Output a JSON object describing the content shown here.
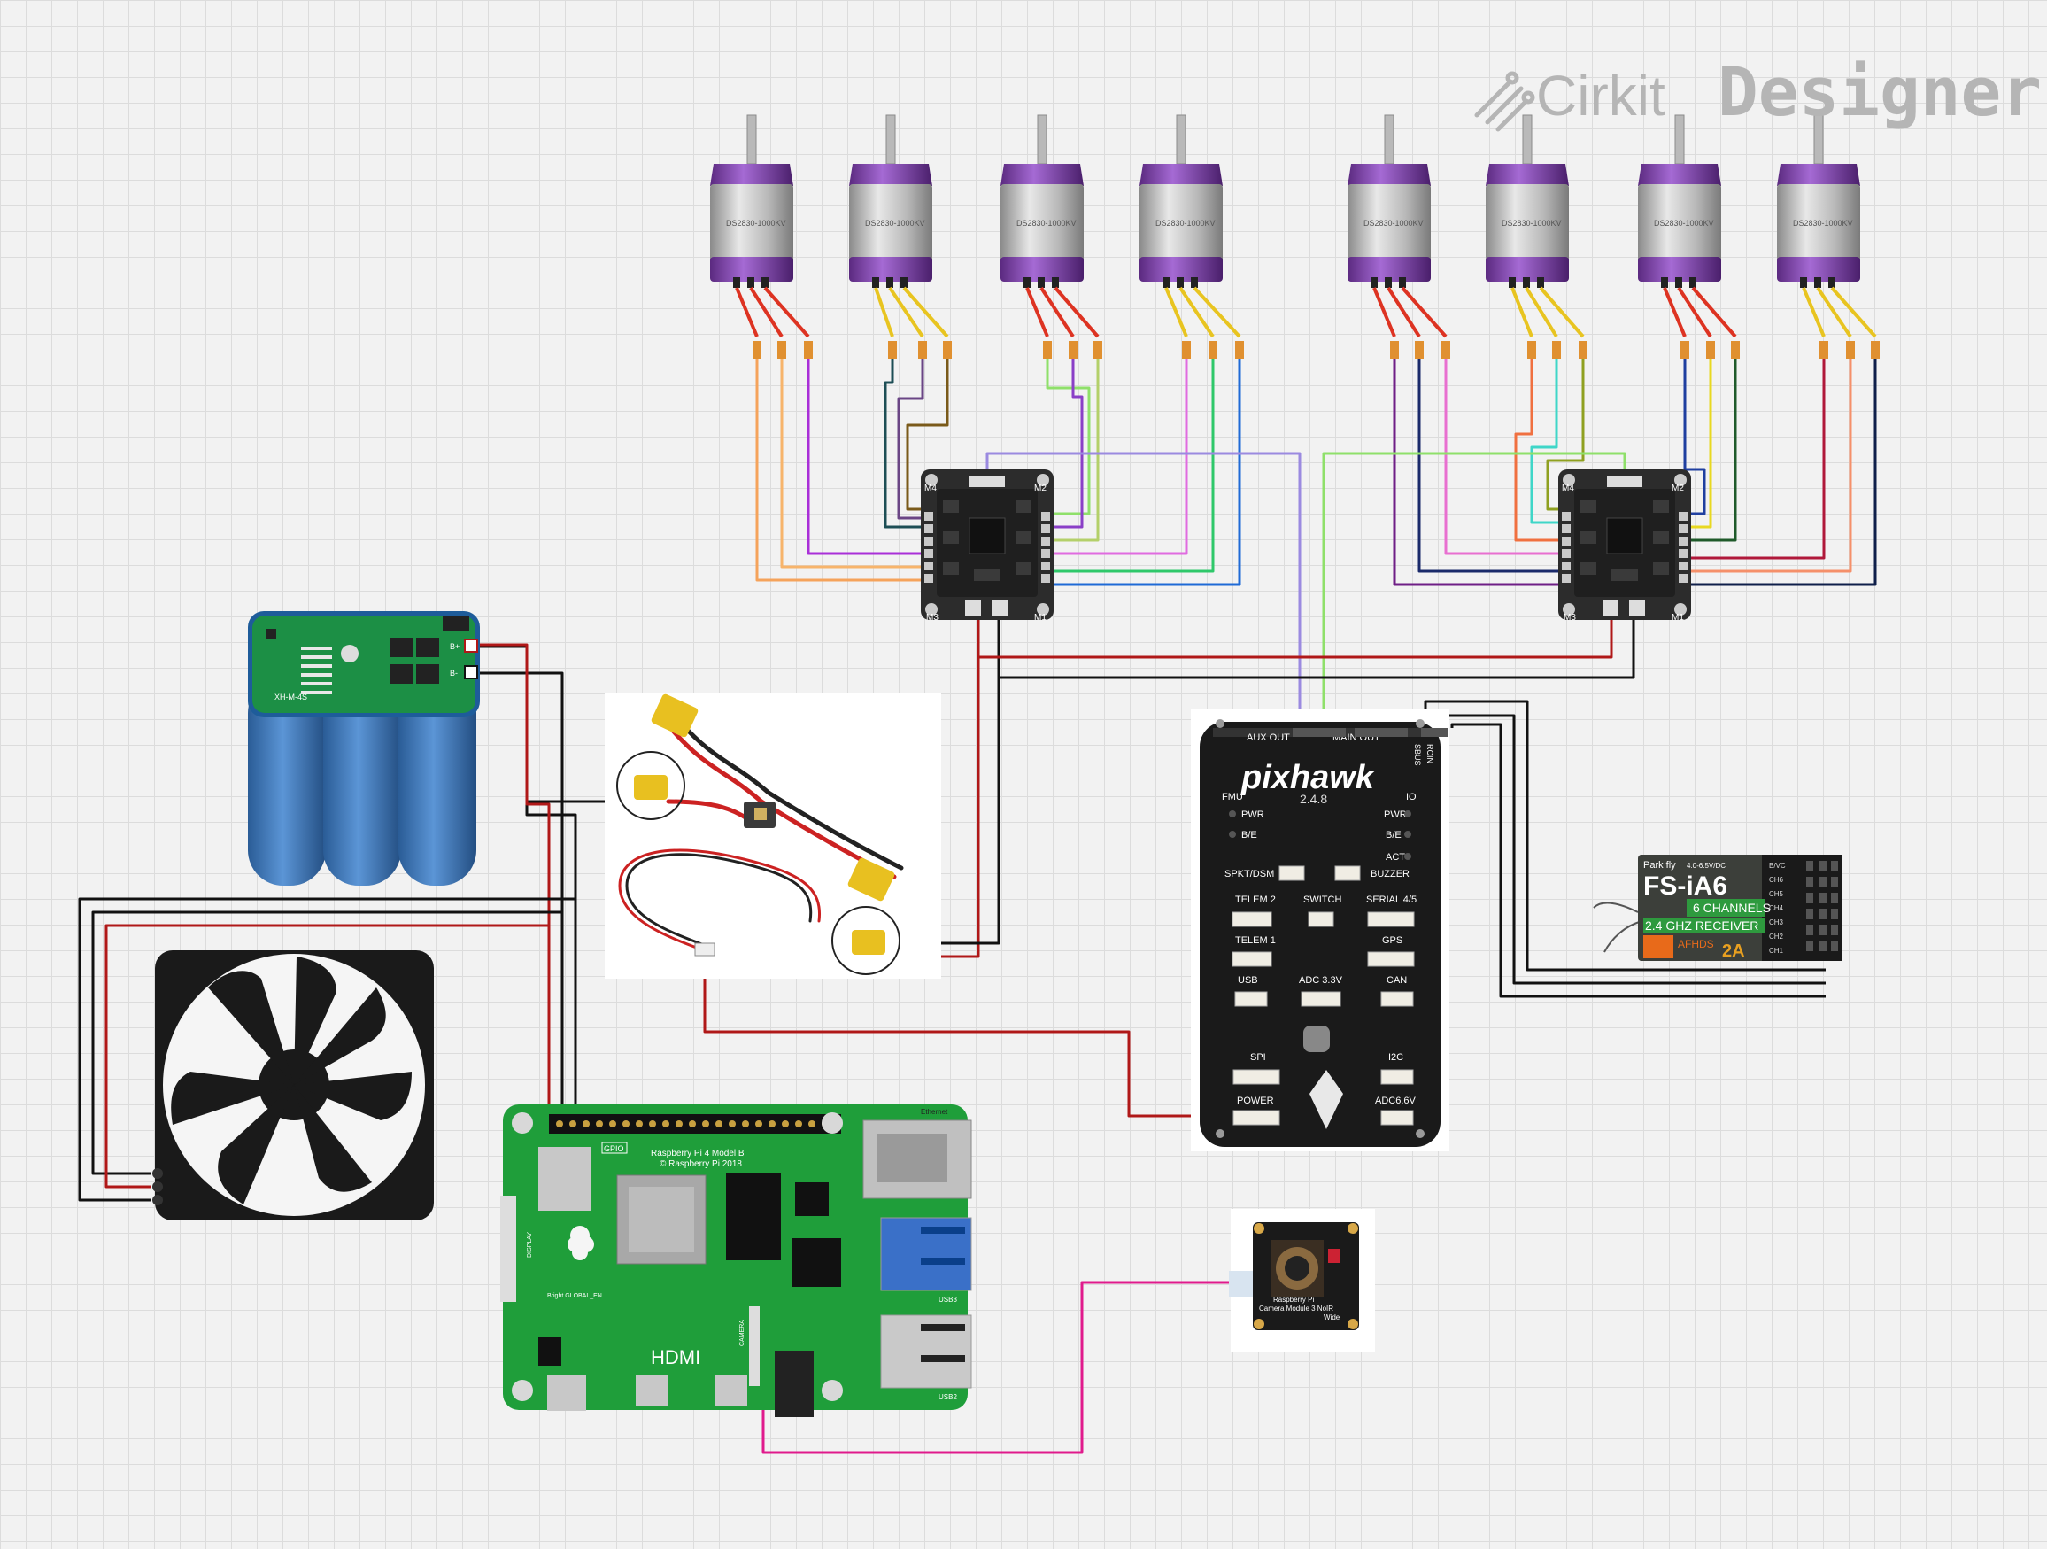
{
  "brand": {
    "name_light": "Cirkit",
    "name_bold": "Designer",
    "logo_icon": "cirkit-logo-icon"
  },
  "motor": {
    "label": "DS2830-1000KV",
    "url": "www.hoelamotorcontrol.com"
  },
  "esc": {
    "m1": "M1",
    "m2": "M2",
    "m3": "M3",
    "m4": "M4"
  },
  "pixhawk": {
    "logo": "pixhawk",
    "version": "2.4.8",
    "aux_out": "AUX OUT",
    "main_out": "MAIN OUT",
    "sbus": "SBUS",
    "rcin": "RCIN",
    "fmu": "FMU",
    "io": "IO",
    "pwr_left": "PWR",
    "be_left": "B/E",
    "pwr_right": "PWR",
    "be_right": "B/E",
    "act": "ACT",
    "spkt": "SPKT/DSM",
    "buzzer": "BUZZER",
    "telem2": "TELEM 2",
    "switch": "SWITCH",
    "serial45": "SERIAL 4/5",
    "telem1": "TELEM 1",
    "gps": "GPS",
    "usb": "USB",
    "adc33": "ADC 3.3V",
    "can": "CAN",
    "spi": "SPI",
    "i2c": "I2C",
    "power": "POWER",
    "adc66": "ADC6.6V"
  },
  "receiver": {
    "brand": "Park fly",
    "voltage": "4.0-6.5V/DC",
    "model": "FS-iA6",
    "channels": "6 CHANNELS",
    "freq": "2.4 GHZ RECEIVER",
    "afhds": "AFHDS",
    "afhds_ver": "2A",
    "pins": [
      "B/VC",
      "CH6",
      "CH5",
      "CH4",
      "CH3",
      "CH2",
      "CH1"
    ]
  },
  "bms": {
    "label": "XH-M-4S",
    "b_plus": "B+",
    "b_minus": "B-"
  },
  "rpi": {
    "model": "Raspberry Pi 4 Model B",
    "copyright": "© Raspberry Pi 2018",
    "gpio": "GPIO",
    "hdmi": "HDMI",
    "ethernet": "Ethernet",
    "usb3": "USB3",
    "usb2": "USB2",
    "display": "DISPLAY",
    "camera": "CAMERA",
    "pins": "Bright  GLOBAL_EN"
  },
  "camera_module": {
    "brand": "Raspberry Pi",
    "label": "Camera Module 3 NoIR",
    "sub": "Wide"
  }
}
